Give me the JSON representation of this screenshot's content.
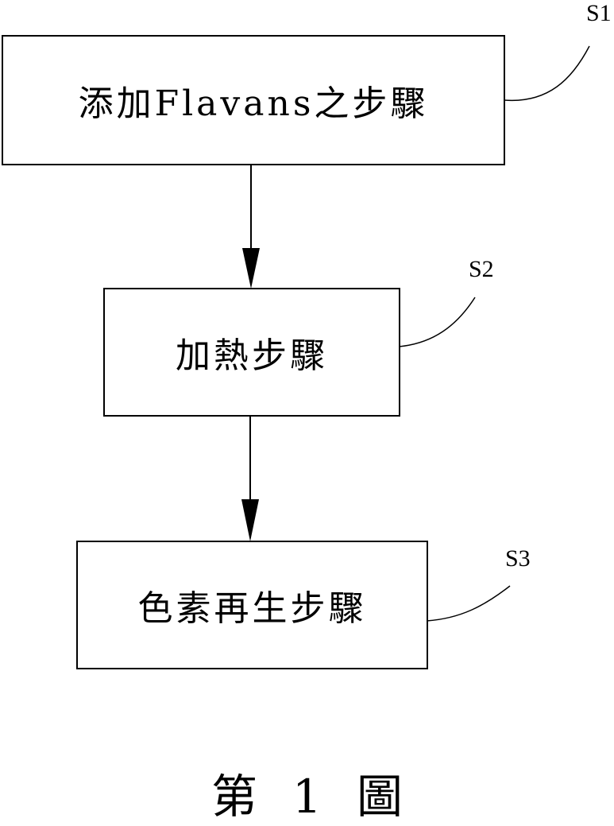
{
  "figure": {
    "steps": [
      {
        "id": "S1",
        "label": "添加Flavans之步驟"
      },
      {
        "id": "S2",
        "label": "加熱步驟"
      },
      {
        "id": "S3",
        "label": "色素再生步驟"
      }
    ],
    "caption": {
      "prefix": "第",
      "number": "1",
      "suffix": "圖"
    }
  }
}
